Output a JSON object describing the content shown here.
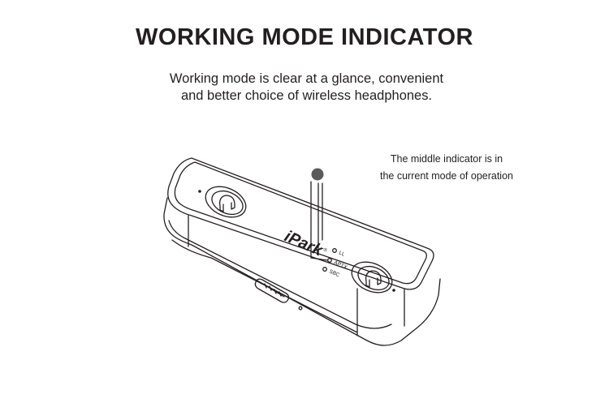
{
  "heading": {
    "title": "WORKING MODE INDICATOR",
    "subtitle_line1": "Working mode is clear at a glance, convenient",
    "subtitle_line2": "and better choice of wireless headphones."
  },
  "callout": {
    "line1": "The middle indicator is in",
    "line2": "the current mode of operation"
  },
  "device": {
    "brand": "iPark",
    "registered_mark": "®",
    "modes": [
      "LL",
      "APTX",
      "SBC"
    ]
  },
  "colors": {
    "ink": "#231f20",
    "indicator_dot": "#5a5a5a"
  }
}
